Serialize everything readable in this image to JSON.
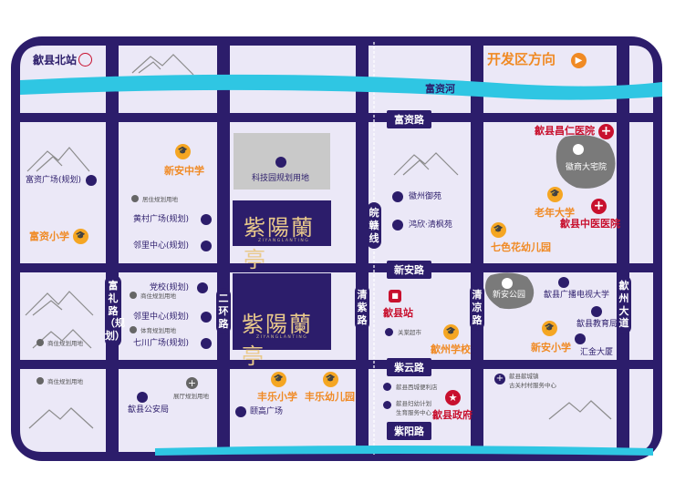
{
  "stations": {
    "north_station": "歙县北站",
    "county_station": "歙县站"
  },
  "direction": {
    "dev_zone": "开发区方向"
  },
  "rivers": {
    "fuzi_river": "富资河"
  },
  "roads": {
    "fuzi_road": "富资路",
    "xinan_road": "新安路",
    "ziyun_road": "紫云路",
    "ziyang_road": "紫阳路",
    "fuli_road": "富礼路（规划）",
    "erhuan_road": "二环路",
    "qingzi_road": "清紫路",
    "qingliang_road": "清凉路",
    "wangan_line": "皖赣线",
    "shezhou_avenue": "歙州大道"
  },
  "projects": {
    "main_name": "紫陽蘭亭",
    "main_sub": "ZIYANGLANTING",
    "tech_park": "科技园规划用地"
  },
  "pois_orange": {
    "xinan_middle": "新安中学",
    "fuzi_primary": "富资小学",
    "laonian_univ": "老年大学",
    "qise_kinder": "七色花幼儿园",
    "shezhou_school": "歙州学校",
    "xinan_primary": "新安小学",
    "fengle_primary": "丰乐小学",
    "fengle_kinder": "丰乐幼儿园"
  },
  "pois_red": {
    "changren_hospital": "歙县昌仁医院",
    "tcm_hospital": "歙县中医医院",
    "gov": "歙县政府"
  },
  "pois_purple": {
    "fuzi_plaza": "富资广场(规划)",
    "huangcun_plaza": "黄村广场(规划)",
    "linli_center_1": "邻里中心(规划)",
    "dangxiao": "党校(规划)",
    "linli_center_2": "邻里中心(规划)",
    "qichuan_plaza": "七川广场(规划)",
    "huizhou_yuyuan": "徽州御苑",
    "hongxin": "鸿欣·清枫苑",
    "xinan_park": "新安公园",
    "broadcast_univ": "歙县广播电视大学",
    "edu_bureau": "歙县教育局",
    "huijin": "汇金大厦",
    "police": "歙县公安局",
    "yigao_plaza": "颐高广场",
    "huishang_house": "徽商大宅院"
  },
  "pois_small": {
    "res_land_1": "居住规划用地",
    "res_land_2": "商住规划用地",
    "sports_land": "体育规划用地",
    "res_land_3": "商住规划用地",
    "res_land_4": "商住规划用地",
    "hall_land": "展厅规划用地",
    "guantang": "关棠超市",
    "xicheng_shop": "歙县西城便利店",
    "family_center_1": "歙县妇幼计划",
    "family_center_2": "生育服务中心",
    "shecheng_1": "歙县歙城镇",
    "shecheng_2": "古关村村服务中心"
  },
  "colors": {
    "road": "#2c1d6b",
    "block": "#ebe8f7",
    "river": "#2fc6e3",
    "orange": "#f08a24",
    "red": "#c8102e"
  }
}
